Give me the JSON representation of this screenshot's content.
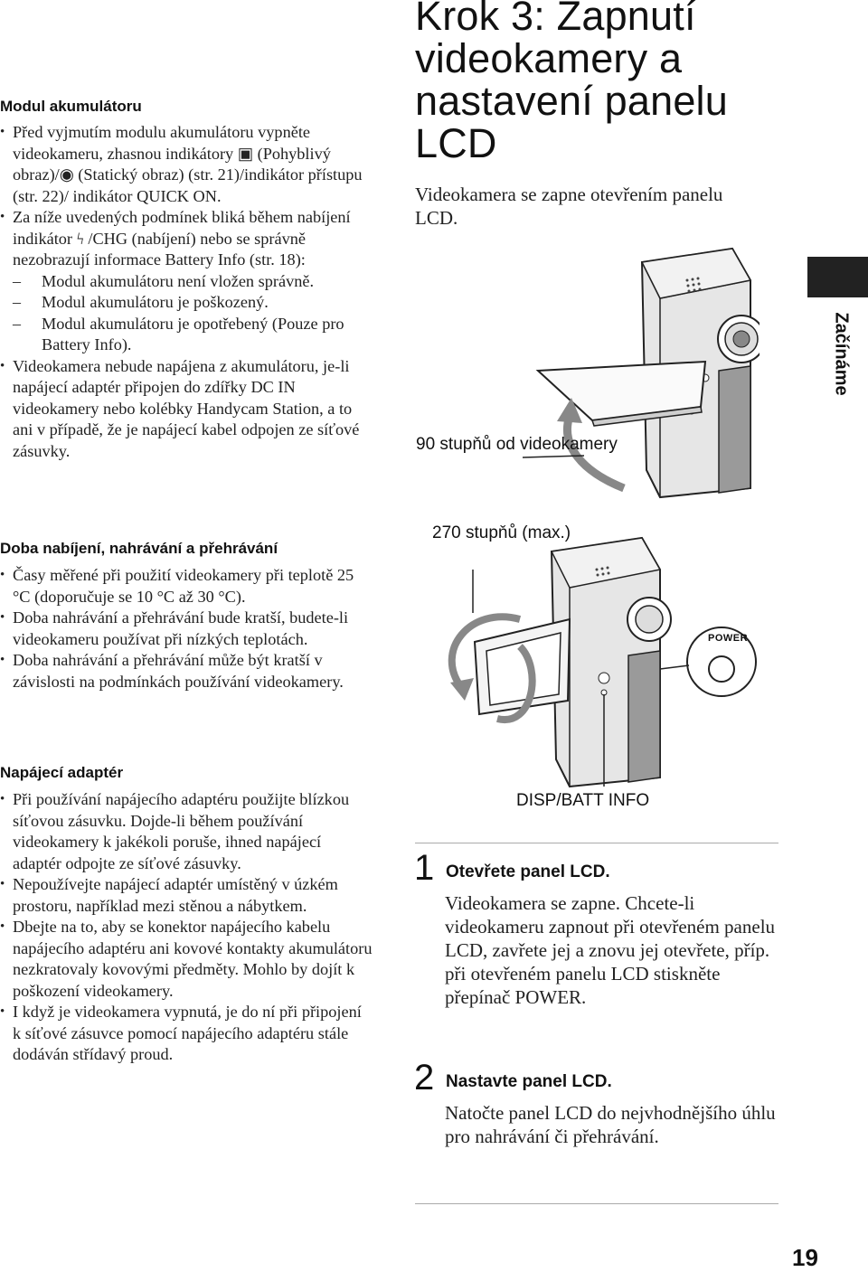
{
  "left": {
    "battery": {
      "heading": "Modul akumulátoru",
      "items": [
        "Před vyjmutím modulu akumulátoru vypněte videokameru, zhasnou indikátory ▣ (Pohyblivý obraz)/◉ (Statický obraz) (str. 21)/indikátor přístupu (str. 22)/ indikátor QUICK ON.",
        "Za níže uvedených podmínek bliká během nabíjení indikátor ϟ /CHG (nabíjení) nebo se správně nezobrazují informace Battery Info (str. 18):",
        "Videokamera nebude napájena z akumulátoru, je-li napájecí adaptér připojen do zdířky DC IN videokamery nebo kolébky Handycam Station, a to ani v případě, že je napájecí kabel odpojen ze síťové zásuvky."
      ],
      "dashes": [
        "Modul akumulátoru není vložen správně.",
        "Modul akumulátoru je poškozený.",
        "Modul akumulátoru je opotřebený (Pouze pro Battery Info)."
      ]
    },
    "timing": {
      "heading": "Doba nabíjení, nahrávání a přehrávání",
      "items": [
        "Časy měřené při použití videokamery při teplotě 25 °C (doporučuje se 10 °C až 30 °C).",
        "Doba nahrávání a přehrávání bude kratší, budete-li videokameru používat při nízkých teplotách.",
        "Doba nahrávání a přehrávání může být kratší v závislosti na podmínkách používání videokamery."
      ]
    },
    "adapter": {
      "heading": "Napájecí adaptér",
      "items": [
        "Při používání napájecího adaptéru použijte blízkou síťovou zásuvku. Dojde-li během používání videokamery k jakékoli poruše, ihned napájecí adaptér odpojte ze síťové zásuvky.",
        "Nepoužívejte napájecí adaptér umístěný v úzkém prostoru, například mezi stěnou a nábytkem.",
        "Dbejte na to, aby se konektor napájecího kabelu napájecího adaptéru ani kovové kontakty akumulátoru nezkratovaly kovovými předměty. Mohlo by dojít k poškození videokamery.",
        "I když je videokamera vypnutá, je do ní při připojení k síťové zásuvce pomocí napájecího adaptéru stále dodáván střídavý proud."
      ]
    }
  },
  "right": {
    "title": "Krok 3: Zapnutí videokamery a nastavení panelu LCD",
    "intro": "Videokamera se zapne otevřením panelu LCD.",
    "side_tab": "Začínáme",
    "figure": {
      "label_90": "90 stupňů od videokamery",
      "label_270": "270 stupňů (max.)",
      "power_label": "POWER",
      "disp_label": "DISP/BATT INFO"
    },
    "steps": [
      {
        "number": "1",
        "heading": "Otevřete panel LCD.",
        "body": "Videokamera se zapne. Chcete-li videokameru zapnout při otevřeném panelu LCD, zavřete jej a znovu jej otevřete, příp. při otevřeném panelu LCD stiskněte přepínač POWER."
      },
      {
        "number": "2",
        "heading": "Nastavte panel LCD.",
        "body": "Natočte panel LCD do nejvhodnějšího úhlu pro nahrávání či přehrávání."
      }
    ]
  },
  "page_number": "19"
}
